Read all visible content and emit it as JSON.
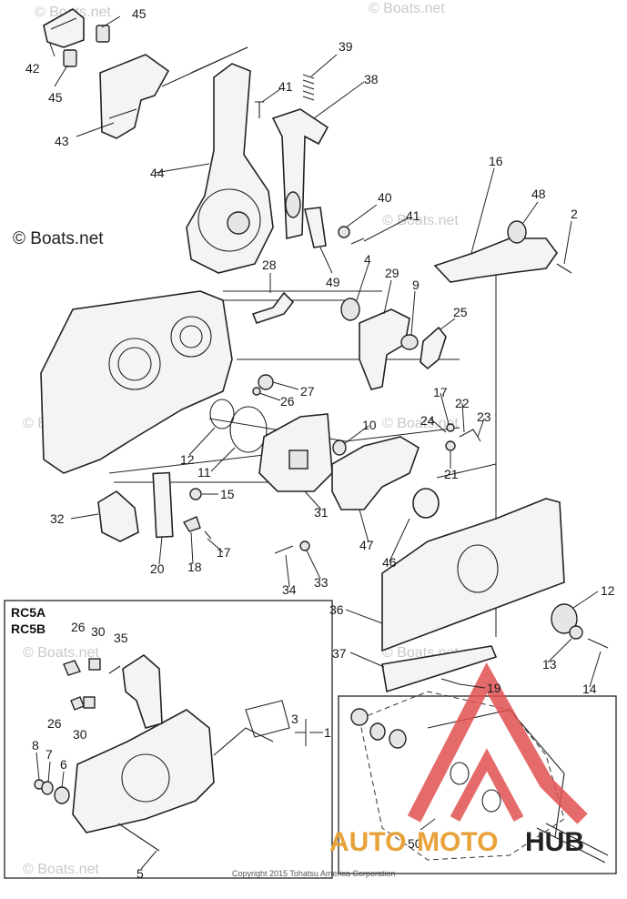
{
  "watermarks": {
    "left_caption": "© Boats.net",
    "repeat_text": "© Boats.net"
  },
  "inset_labels": {
    "line1": "RC5A",
    "line2": "RC5B"
  },
  "copyright": "Copyright 2015 Tohatsu America Corporation",
  "brand": {
    "part1": "AUTO",
    "part2": "MOTO",
    "part3": "HUB",
    "color_primary": "#e8a23a",
    "color_secondary": "#222222",
    "triangle_color": "#e05050"
  },
  "callouts": {
    "c45a": "45",
    "c42": "42",
    "c45b": "45",
    "c43": "43",
    "c44": "44",
    "c39": "39",
    "c38": "38",
    "c41a": "41",
    "c40": "40",
    "c41b": "41",
    "c16": "16",
    "c48": "48",
    "c2": "2",
    "c28": "28",
    "c4": "4",
    "c29": "29",
    "c9": "9",
    "c25": "25",
    "c49": "49",
    "c27": "27",
    "c26": "26",
    "c17a": "17",
    "c22": "22",
    "c24": "24",
    "c23": "23",
    "c10": "10",
    "c21": "21",
    "c12a": "12",
    "c11": "11",
    "c15": "15",
    "c31": "31",
    "c32": "32",
    "c18": "18",
    "c17b": "17",
    "c20": "20",
    "c47": "47",
    "c46": "46",
    "c34": "34",
    "c33": "33",
    "c36": "36",
    "c12b": "12",
    "c13": "13",
    "c14": "14",
    "c37": "37",
    "c19": "19",
    "c26b": "26",
    "c30a": "30",
    "c35": "35",
    "c26c": "26",
    "c30b": "30",
    "c3": "3",
    "c1": "1",
    "c8": "8",
    "c7": "7",
    "c6": "6",
    "c5": "5",
    "c50": "50"
  }
}
